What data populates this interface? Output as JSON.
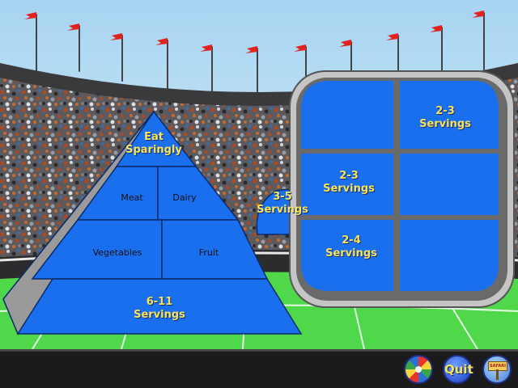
{
  "pyramid": {
    "top": [
      "Eat",
      "Sparingly"
    ],
    "meat": "Meat",
    "dairy": "Dairy",
    "vegetables": "Vegetables",
    "fruit": "Fruit",
    "grains": [
      "6-11",
      "Servings"
    ]
  },
  "side_label": [
    "3-5",
    "Servings"
  ],
  "board": {
    "top_right": [
      "2-3",
      "Servings"
    ],
    "middle_left": [
      "2-3",
      "Servings"
    ],
    "bottom_left": [
      "2-4",
      "Servings"
    ]
  },
  "buttons": {
    "quit": "Quit",
    "land_sign": "SAFARI LAND"
  },
  "colors": {
    "sky": "#bfe3f7",
    "pyramid_blue": "#1a6fef",
    "label_gold": "#f7e45a",
    "field_green": "#4fd84a",
    "flag_red": "#e3221f"
  },
  "icons": {
    "wheel": "color-wheel-icon",
    "quit": "quit-button",
    "land": "signpost-icon"
  }
}
